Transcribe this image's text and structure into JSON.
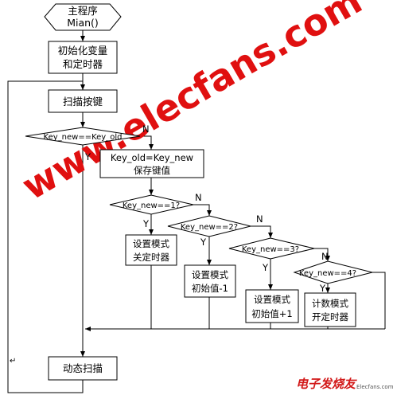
{
  "nodes": {
    "start": [
      "主程序",
      "Mian()"
    ],
    "init": [
      "初始化变量",
      "和定时器"
    ],
    "scan_keys": "扫描按键",
    "cond_changed": "Key_new==Key_old",
    "save_key": [
      "Key_old=Key_new",
      "保存键值"
    ],
    "cond_key1": "Key_new==1?",
    "cond_key2": "Key_new==2?",
    "cond_key3": "Key_new==3?",
    "cond_key4": "Key_new==4?",
    "mode_off": [
      "设置模式",
      "关定时器"
    ],
    "mode_minus": [
      "设置模式",
      "初始值-1"
    ],
    "mode_plus": [
      "设置模式",
      "初始值+1"
    ],
    "mode_count": [
      "计数模式",
      "开定时器"
    ],
    "dynamic_scan": "动态扫描"
  },
  "branch_labels": {
    "yes": "Y",
    "no": "N"
  },
  "watermark": "www.elecfans.com",
  "brand": {
    "logo": "电子发烧友",
    "sub": "Elecfans.com"
  },
  "colors": {
    "line": "#000000",
    "watermark": "#e01010"
  }
}
